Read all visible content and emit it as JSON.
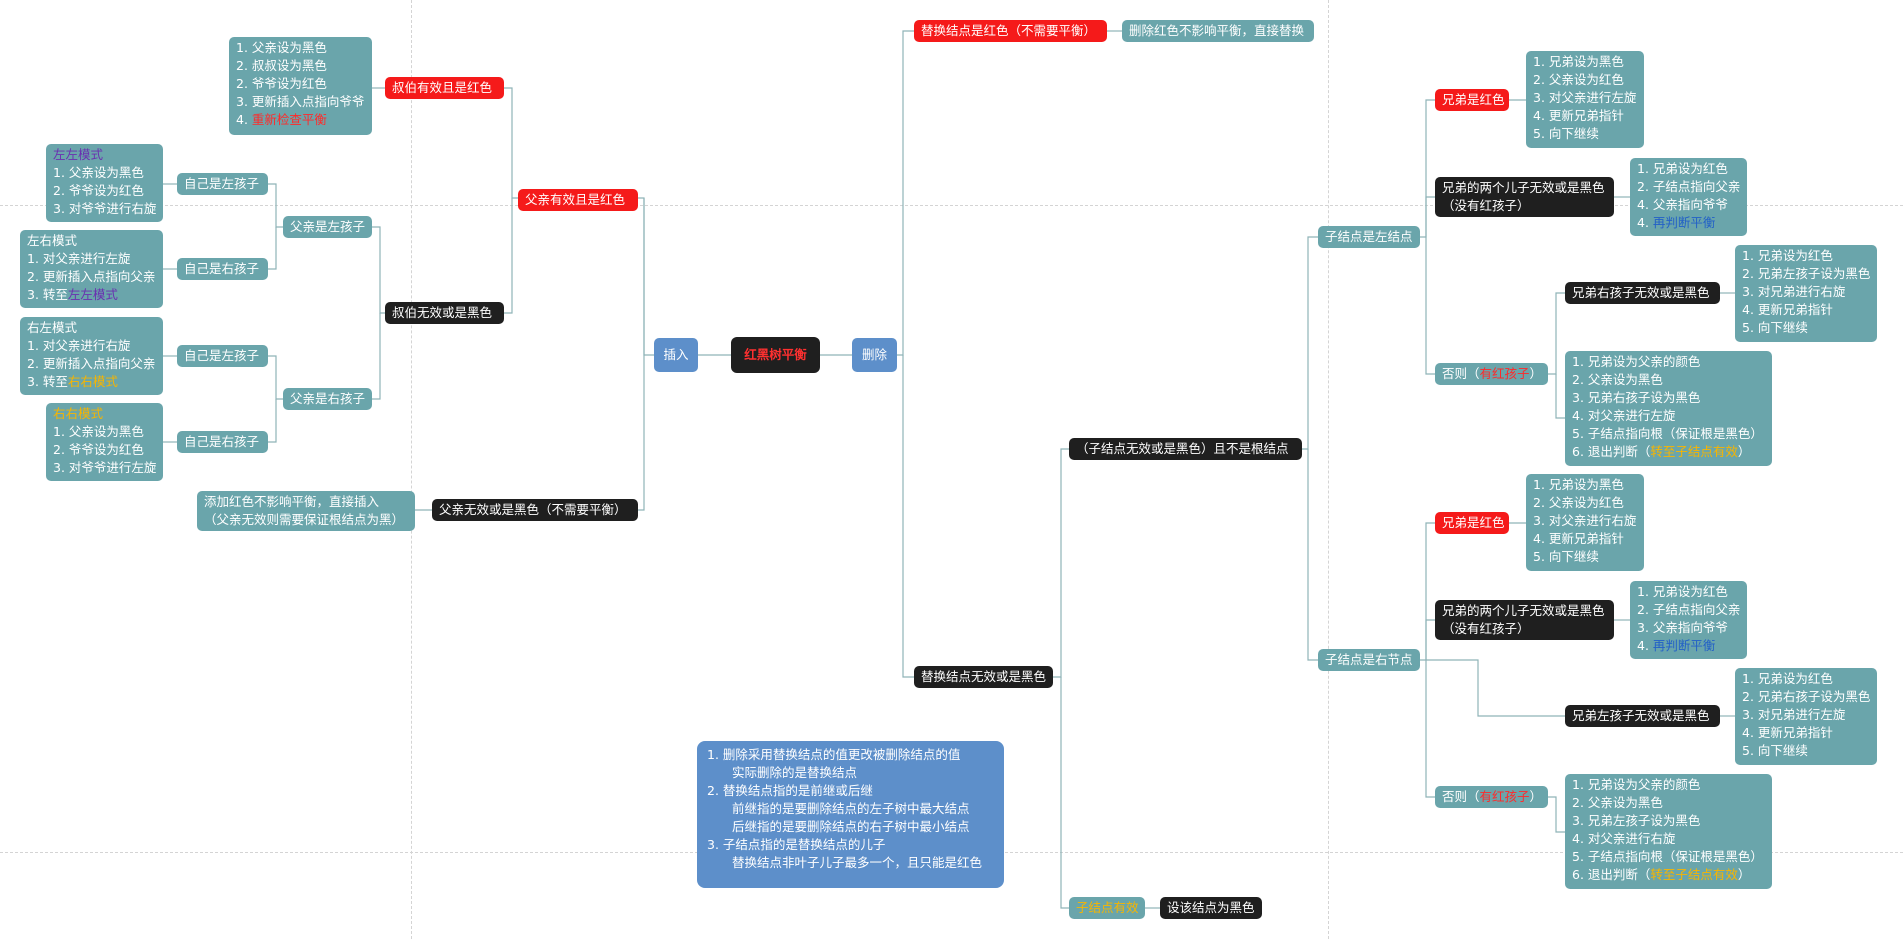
{
  "root": {
    "label": "红黑树平衡"
  },
  "branches": {
    "insert": "插入",
    "delete": "删除"
  },
  "insert": {
    "parent_red": "父亲有效且是红色",
    "uncle_red": "叔伯有效且是红色",
    "uncle_red_steps": [
      "1. 父亲设为黑色",
      "2. 叔叔设为黑色",
      "2. 爷爷设为红色",
      "3. 更新插入点指向爷爷"
    ],
    "uncle_red_last": {
      "prefix": "4. ",
      "text": "重新检查平衡"
    },
    "uncle_black": "叔伯无效或是黑色",
    "parent_left": "父亲是左孩子",
    "parent_right": "父亲是右孩子",
    "self_left": "自己是左孩子",
    "self_right": "自己是右孩子",
    "ll": {
      "title": "左左模式",
      "steps": [
        "1. 父亲设为黑色",
        "2. 爷爷设为红色",
        "3. 对爷爷进行右旋"
      ]
    },
    "lr": {
      "title": "左右模式",
      "steps": [
        "1. 对父亲进行左旋",
        "2. 更新插入点指向父亲"
      ],
      "last_prefix": "3. 转至",
      "last_target": "左左模式"
    },
    "rl": {
      "title": "右左模式",
      "steps": [
        "1. 对父亲进行右旋",
        "2. 更新插入点指向父亲"
      ],
      "last_prefix": "3. 转至",
      "last_target": "右右模式"
    },
    "rr": {
      "title": "右右模式",
      "steps": [
        "1. 父亲设为黑色",
        "2. 爷爷设为红色",
        "3. 对爷爷进行左旋"
      ]
    },
    "parent_black": "父亲无效或是黑色（不需要平衡）",
    "parent_black_note": [
      "添加红色不影响平衡，直接插入",
      "（父亲无效则需要保证根结点为黑）"
    ]
  },
  "delete": {
    "replace_red": "替换结点是红色（不需要平衡）",
    "replace_red_note": "删除红色不影响平衡，直接替换",
    "replace_black": "替换结点无效或是黑色",
    "child_black_not_root": "（子结点无效或是黑色）且不是根结点",
    "child_valid": "子结点有效",
    "child_valid_note": "设该结点为黑色",
    "child_left": "子结点是左结点",
    "child_right": "子结点是右节点",
    "sibling_red": "兄弟是红色",
    "sibling_children_black": [
      "兄弟的两个儿子无效或是黑色",
      "（没有红孩子）"
    ],
    "otherwise_prefix": "否则（",
    "otherwise_red": "有红孩子",
    "otherwise_suffix": "）",
    "left_case": {
      "sibling_red_steps": [
        "1. 兄弟设为黑色",
        "2. 父亲设为红色",
        "3. 对父亲进行左旋",
        "4. 更新兄弟指针",
        "5. 向下继续"
      ],
      "sibling_black_steps": [
        "1. 兄弟设为红色",
        "2. 子结点指向父亲",
        "4. 父亲指向爷爷"
      ],
      "sibling_black_last": {
        "prefix": "4. ",
        "text": "再判断平衡"
      },
      "sibling_rchild_black": "兄弟右孩子无效或是黑色",
      "rchild_black_steps": [
        "1. 兄弟设为红色",
        "2. 兄弟左孩子设为黑色",
        "3. 对兄弟进行右旋",
        "4. 更新兄弟指针",
        "5. 向下继续"
      ],
      "otherwise_steps": [
        "1. 兄弟设为父亲的颜色",
        "2. 父亲设为黑色",
        "3. 兄弟右孩子设为黑色",
        "4. 对父亲进行左旋",
        "5. 子结点指向根（保证根是黑色）"
      ],
      "otherwise_last": {
        "prefix": "6. 退出判断（",
        "text": "转至子结点有效",
        "suffix": "）"
      }
    },
    "right_case": {
      "sibling_red_steps": [
        "1. 兄弟设为黑色",
        "2. 父亲设为红色",
        "3. 对父亲进行右旋",
        "4. 更新兄弟指针",
        "5. 向下继续"
      ],
      "sibling_black_steps": [
        "1. 兄弟设为红色",
        "2. 子结点指向父亲",
        "3. 父亲指向爷爷"
      ],
      "sibling_black_last": {
        "prefix": "4. ",
        "text": "再判断平衡"
      },
      "sibling_lchild_black": "兄弟左孩子无效或是黑色",
      "lchild_black_steps": [
        "1. 兄弟设为红色",
        "2. 兄弟右孩子设为黑色",
        "3. 对兄弟进行左旋",
        "4. 更新兄弟指针",
        "5. 向下继续"
      ],
      "otherwise_steps": [
        "1. 兄弟设为父亲的颜色",
        "2. 父亲设为黑色",
        "3. 兄弟左孩子设为黑色",
        "4. 对父亲进行右旋",
        "5. 子结点指向根（保证根是黑色）"
      ],
      "otherwise_last": {
        "prefix": "6. 退出判断（",
        "text": "转至子结点有效",
        "suffix": "）"
      }
    }
  },
  "notes": {
    "lines": [
      "1. 删除采用替换结点的值更改被删除结点的值",
      "实际删除的是替换结点",
      "2. 替换结点指的是前继或后继",
      "前继指的是要删除结点的左子树中最大结点",
      "后继指的是要删除结点的右子树中最小结点",
      "3. 子结点指的是替换结点的儿子",
      "替换结点非叶子儿子最多一个，且只能是红色"
    ]
  },
  "colors": {
    "teal": "#6aa5ab",
    "black": "#1f1f1f",
    "red": "#f51a1a",
    "blue": "#5d8fca",
    "line": "#8fb3b8"
  }
}
